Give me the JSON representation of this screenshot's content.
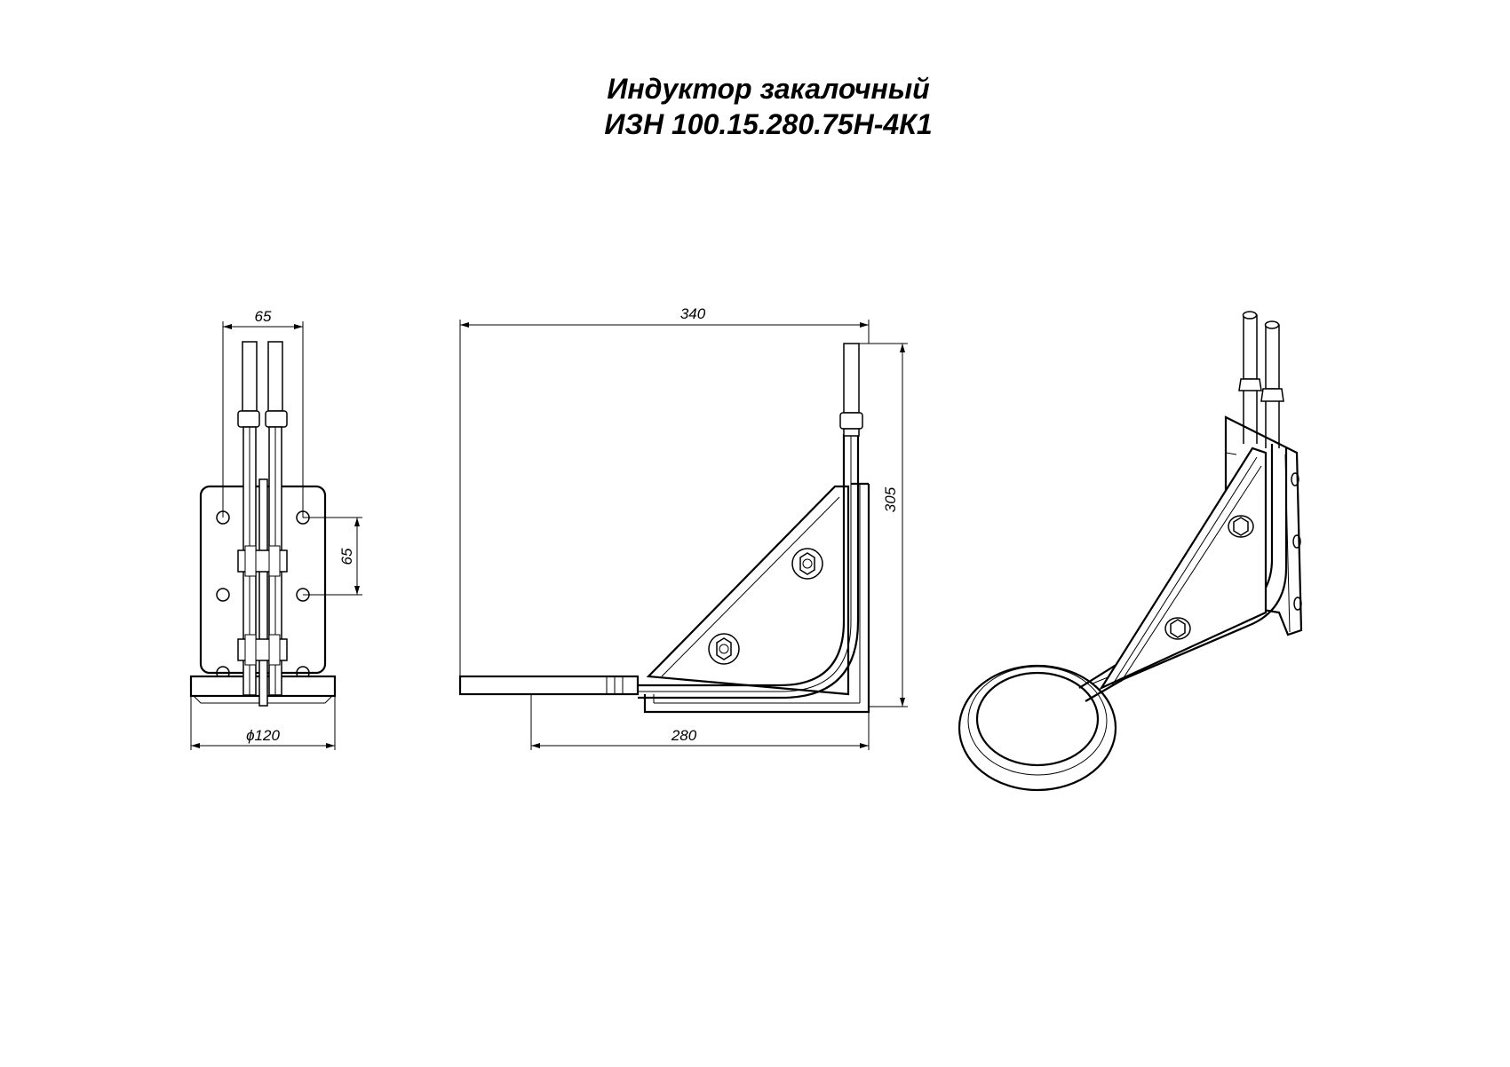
{
  "title": {
    "line1": "Индуктор закалочный",
    "line2": "ИЗН 100.15.280.75Н-4К1"
  },
  "dimensions": {
    "front_top_width": "65",
    "front_hole_spacing": "65",
    "front_diameter": "ϕ120",
    "side_total_length": "340",
    "side_height": "305",
    "side_base_length": "280"
  }
}
